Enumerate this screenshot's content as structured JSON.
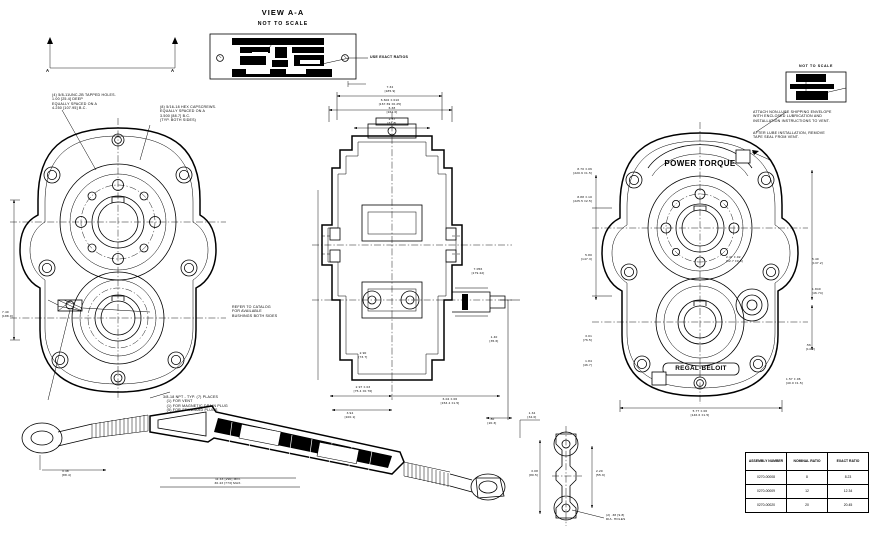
{
  "drawing": {
    "type": "mechanical-assembly-drawing",
    "product": "Power Torque Gearbox / PTO Shaft Assembly",
    "brand_logo": "POWER TORQUE",
    "maker_logo": "REGAL-BELOIT"
  },
  "views": {
    "detail_a": {
      "title": "VIEW A-A",
      "subtitle": "NOT TO SCALE",
      "section_marks": [
        "A",
        "A"
      ]
    },
    "detail_nts": {
      "title": "NOT TO SCALE"
    }
  },
  "notes": {
    "tapped_holes": "(4) 5/8-11UNC-2B TAPPED HOLES.\n1.00 [25.4] DEEP\nEQUALLY SPACED ON A\n4.250 [107.95] B.C.",
    "capscrews": "(8) 5/16-18 HEX CAPSCREWS.\nEQUALLY SPACED ON A\n3.500 [88.7] B.C.\n(TYP. BOTH SIDES)",
    "bushings": "REFER TO CATALOG\nFOR AVAILABLE\nBUSHINGS BOTH SIDES",
    "npt_ports": "3/8-18 NPT - TYP. (7) PLACES\n   (1) FOR VENT\n   (1) FOR MAGNETIC DRAIN PLUG\n   (5) FOR STANDARD PLUGS",
    "exact_ratio_callout": "USE EXACT RATIOS",
    "shipping_envelope": "ATTACH NON-LUBE SHIPPING ENVELOPE\nWITH ENCLOSED LUBRICATION AND\nINSTALLATION INSTRUCTIONS TO VENT.",
    "tape_seal": "AFTER LUBE INSTALLATION, REMOVE\nTAPE SEAL FROM VENT."
  },
  "dimensions": {
    "top_1": "7.32\n[185.9]",
    "top_2": "6.602 ±.010\n[167.69 ±0.25]",
    "top_3": "2.67\n[67.8]",
    "top_4": "6.38\n[162.0]",
    "left_height": "7.40\n[188.0]",
    "right_1": "8.70 ±.06\n[220.9 ±1.5]",
    "right_2": "8.88 ±.10\n[225.5 ±2.5]",
    "right_3": "5.80\n[147.3]",
    "right_4": "3.01\n[76.5]",
    "right_5": "1.84\n[46.7]",
    "right_6": "2.47 ±.02\n[62.7 ±0.5]",
    "right_7": "5.40\n[137.2]",
    "right_8": "1.840\n[46.74]",
    "right_9": ".56\n[14.2]",
    "right_10": "1.57 ±.06\n[40.0 ±1.5]",
    "right_11": "5.77 ±.06\n[146.6 ±1.5]",
    "mid_1": "7.056\n[179.22]",
    "mid_2": "1.40\n[35.6]",
    "mid_3": "2.90\n[73.7]",
    "mid_4": "2.97 ±.03\n[75.4 ±0.76]",
    "mid_5": "6.04 ±.06\n[153.4 ±1.5]",
    "mid_6": "3.94\n[100.1]",
    "mid_7": ".80\n[20.3]",
    "mid_8": "1.34\n[34.0]",
    "plate_1": "3.08\n[80.5]",
    "plate_2": "2.20\n[55.9]",
    "plate_3": "(2) .38 [9.8]\nDIA. HOLES",
    "turnbuckle_1": "3.48\n[88.4]",
    "turnbuckle_2": "11.43 [290] MIN.\n30.43 [773] MAX."
  },
  "ratio_table": {
    "headers": [
      "ASSEMBLY\nNUMBER",
      "NOMINAL\nRATIO",
      "EXACT\nRATIO"
    ],
    "rows": [
      [
        "0270-00008",
        "8",
        "8.23"
      ],
      [
        "0270-00009",
        "12",
        "12.34"
      ],
      [
        "0270-00020",
        "20",
        "20.45"
      ]
    ]
  }
}
